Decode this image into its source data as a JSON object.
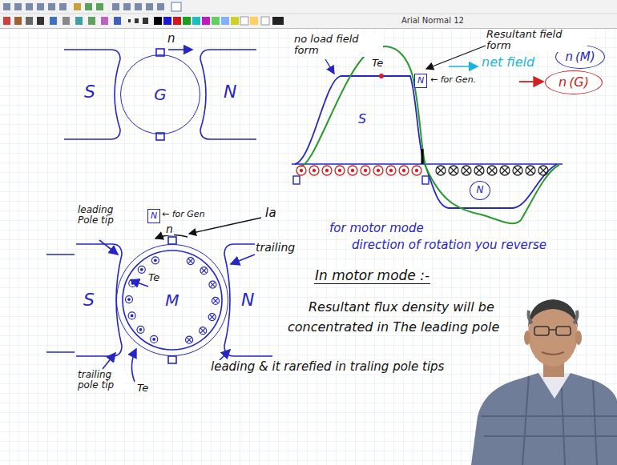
{
  "diagram": {
    "nodes": [
      {
        "text": [
          "G"
        ]
      },
      {
        "text": [
          "M"
        ]
      },
      {
        "text": [
          "n",
          "(M)"
        ]
      },
      {
        "text": [
          "n",
          "(G)"
        ]
      },
      {
        "text": [
          "N"
        ]
      },
      {
        "text": [
          "N"
        ]
      },
      {
        "text": [
          "N"
        ]
      }
    ],
    "labels": [
      "Arial Normal 12",
      "n",
      "S",
      "N",
      "no load field form",
      "Te",
      "Resultant field form",
      "net field",
      "← for Gen.",
      "S",
      "leading Pole tip",
      "← for Gen",
      "n",
      "Ia",
      "trailing",
      "S",
      "Te",
      "N",
      "trailing pole tip",
      "Te",
      "for motor mode",
      "direction of rotation you reverse",
      "In motor mode :-",
      "Resultant flux density will be",
      "concentrated in The leading pole",
      "leading & it rarefied in traling pole tips"
    ]
  }
}
